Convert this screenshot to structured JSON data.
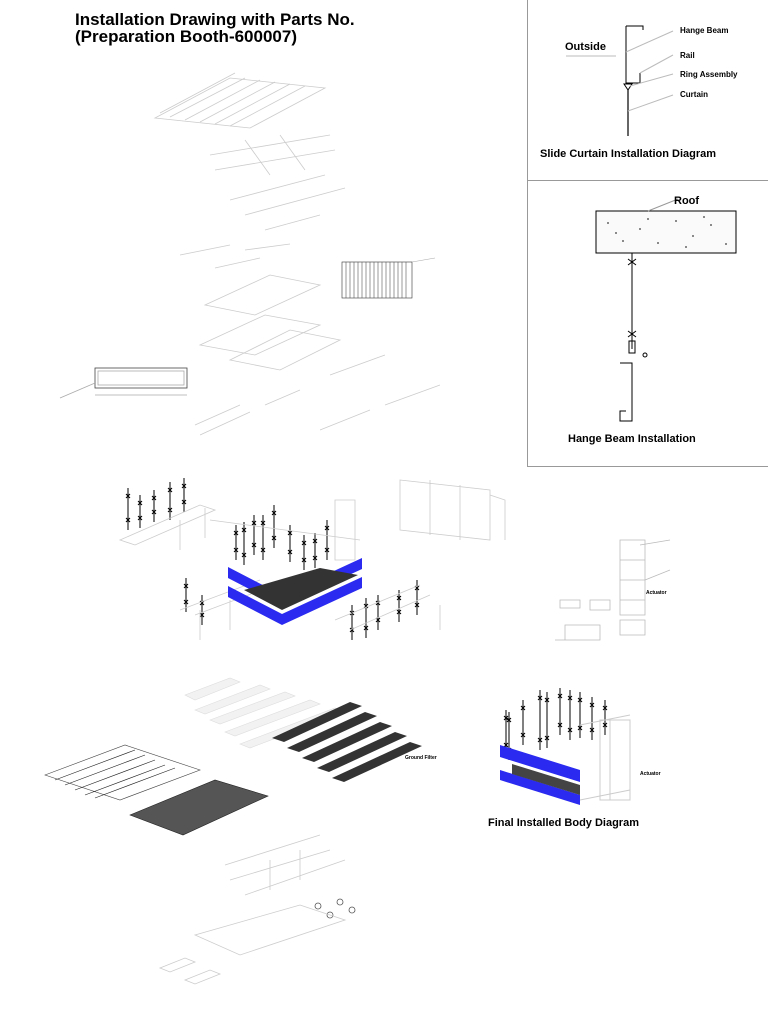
{
  "title": {
    "line1": "Installation Drawing with Parts No.",
    "line2": "(Preparation Booth-600007)"
  },
  "slide_curtain": {
    "caption": "Slide Curtain Installation Diagram",
    "outside_label": "Outside",
    "callouts": [
      "Hange Beam",
      "Rail",
      "Ring Assembly",
      "Curtain"
    ]
  },
  "hange_beam": {
    "caption": "Hange Beam Installation",
    "roof_label": "Roof"
  },
  "labels": {
    "actuator_1": "Actuator",
    "actuator_2": "Actuator",
    "ground_filter": "Ground Filter"
  },
  "final_body": {
    "caption": "Final Installed Body Diagram"
  },
  "colors": {
    "frame_blue": "#2a2af0",
    "grating": "#333333",
    "line_light": "#bbbbbb"
  }
}
